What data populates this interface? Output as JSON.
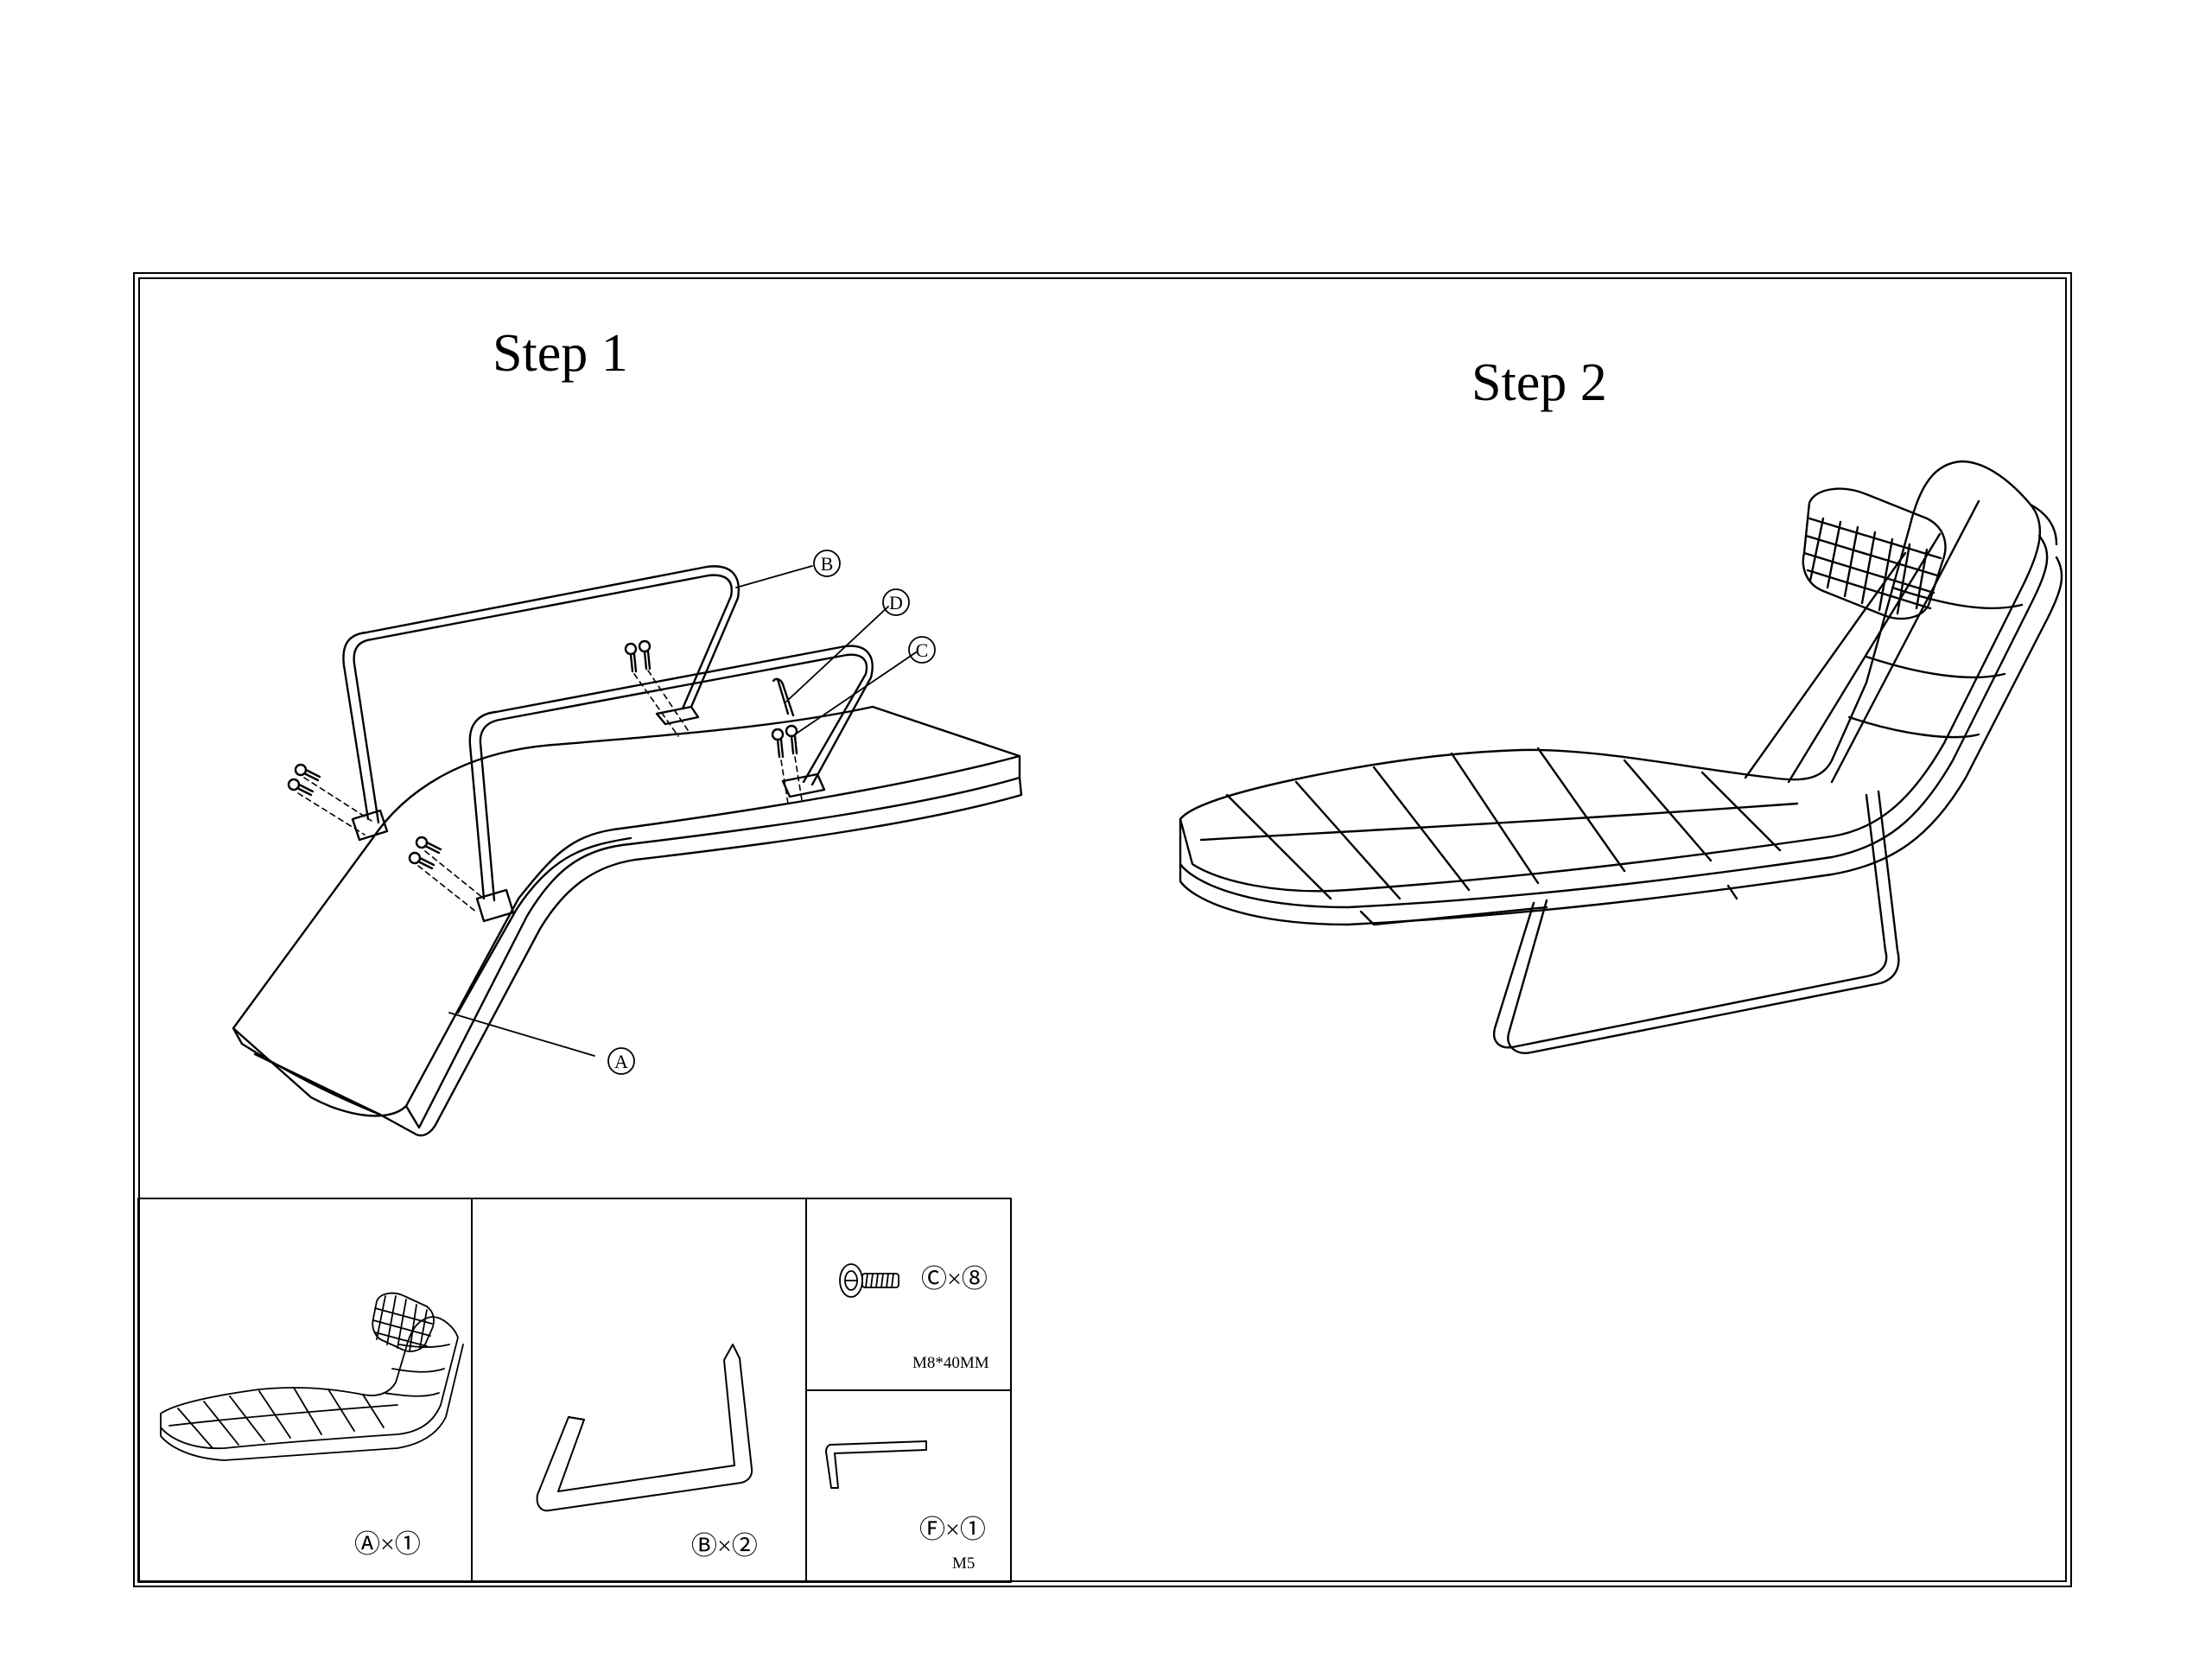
{
  "steps": {
    "step1_title": "Step 1",
    "step2_title": "Step 2"
  },
  "callouts": {
    "a": "A",
    "b": "B",
    "c": "C",
    "d": "D"
  },
  "parts": {
    "a_qty": "Ⓐ×①",
    "b_qty": "Ⓑ×②",
    "c_qty": "Ⓒ×⑧",
    "c_spec": "M8*40MM",
    "f_qty": "Ⓕ×①",
    "f_spec": "M5"
  },
  "icons": [
    "bolt-icon",
    "allen-key-icon"
  ]
}
